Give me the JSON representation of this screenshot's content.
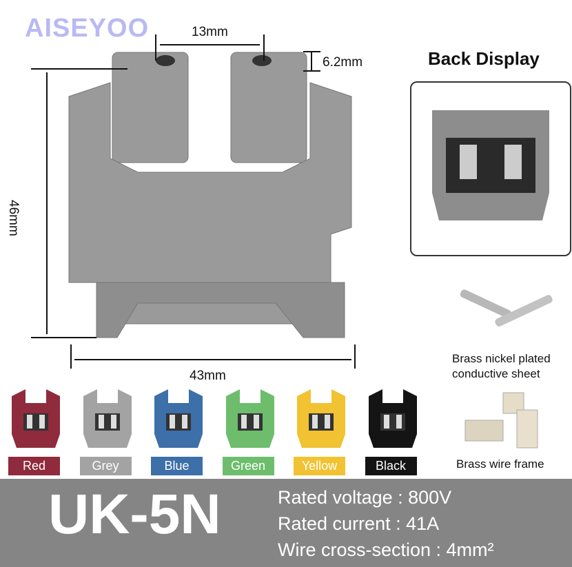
{
  "logo": "AISEYOO",
  "dimensions": {
    "pitch": "13mm",
    "height_top": "6.2mm",
    "height": "46mm",
    "width": "43mm"
  },
  "back_display": {
    "title": "Back Display"
  },
  "accessories": [
    {
      "label": "Brass nickel plated conductive sheet"
    },
    {
      "label": "Brass wire frame"
    }
  ],
  "colors": [
    {
      "label": "Red",
      "hex": "#8f2b3c"
    },
    {
      "label": "Grey",
      "hex": "#a3a3a3"
    },
    {
      "label": "Blue",
      "hex": "#3d6fa8"
    },
    {
      "label": "Green",
      "hex": "#6dbd6d"
    },
    {
      "label": "Yellow",
      "hex": "#f1c232"
    },
    {
      "label": "Black",
      "hex": "#141414"
    }
  ],
  "specs": {
    "model": "UK-5N",
    "voltage": "Rated voltage : 800V",
    "current": "Rated current : 41A",
    "cross_section": "Wire cross-section : 4mm²"
  }
}
